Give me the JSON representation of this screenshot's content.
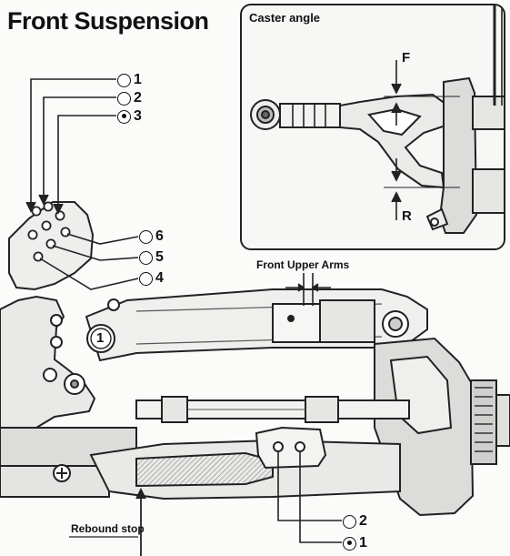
{
  "title": "Front Suspension",
  "inset": {
    "title": "Caster angle",
    "label_forward": "F",
    "label_rear": "R"
  },
  "labels": {
    "front_upper_arms": "Front Upper Arms",
    "rebound_stop": "Rebound stop"
  },
  "upper_positions": [
    {
      "number": "1",
      "selected": false
    },
    {
      "number": "2",
      "selected": false
    },
    {
      "number": "3",
      "selected": true
    }
  ],
  "mount_positions": [
    {
      "number": "6",
      "selected": false
    },
    {
      "number": "5",
      "selected": false
    },
    {
      "number": "4",
      "selected": false
    }
  ],
  "lower_positions": [
    {
      "number": "2",
      "selected": false
    },
    {
      "number": "1",
      "selected": true
    }
  ],
  "badge": "1"
}
